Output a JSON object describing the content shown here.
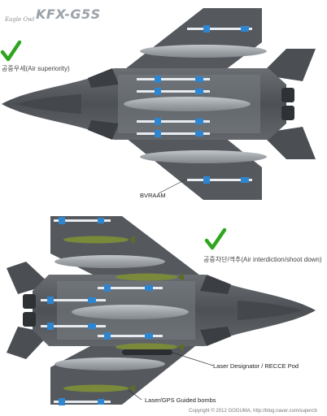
{
  "header": {
    "logo_script": "Eagle Owl",
    "model": "KFX-G5S"
  },
  "roles": [
    {
      "label": "공중우세(Air superiority)"
    },
    {
      "label": "공중차단/격추(Air interdiction/shoot down)"
    }
  ],
  "callouts": {
    "bvraam": "BVRAAM",
    "laser_designator": "Laser Designator / RECCE Pod",
    "guided_bombs": "Laser/GPS Guided bombs"
  },
  "footer": {
    "copyright": "Copyright © 2012 GOGUMA, http://blog.naver.com/supercb"
  },
  "colors": {
    "airframe": "#5d6166",
    "airframe_dark": "#3b3e42",
    "bay": "#7b8086",
    "tank": "#a3a8ad",
    "missile_body": "#e8ecf0",
    "missile_accent": "#2f86d0",
    "bomb": "#7a8a3a",
    "check": "#2ea51f"
  }
}
